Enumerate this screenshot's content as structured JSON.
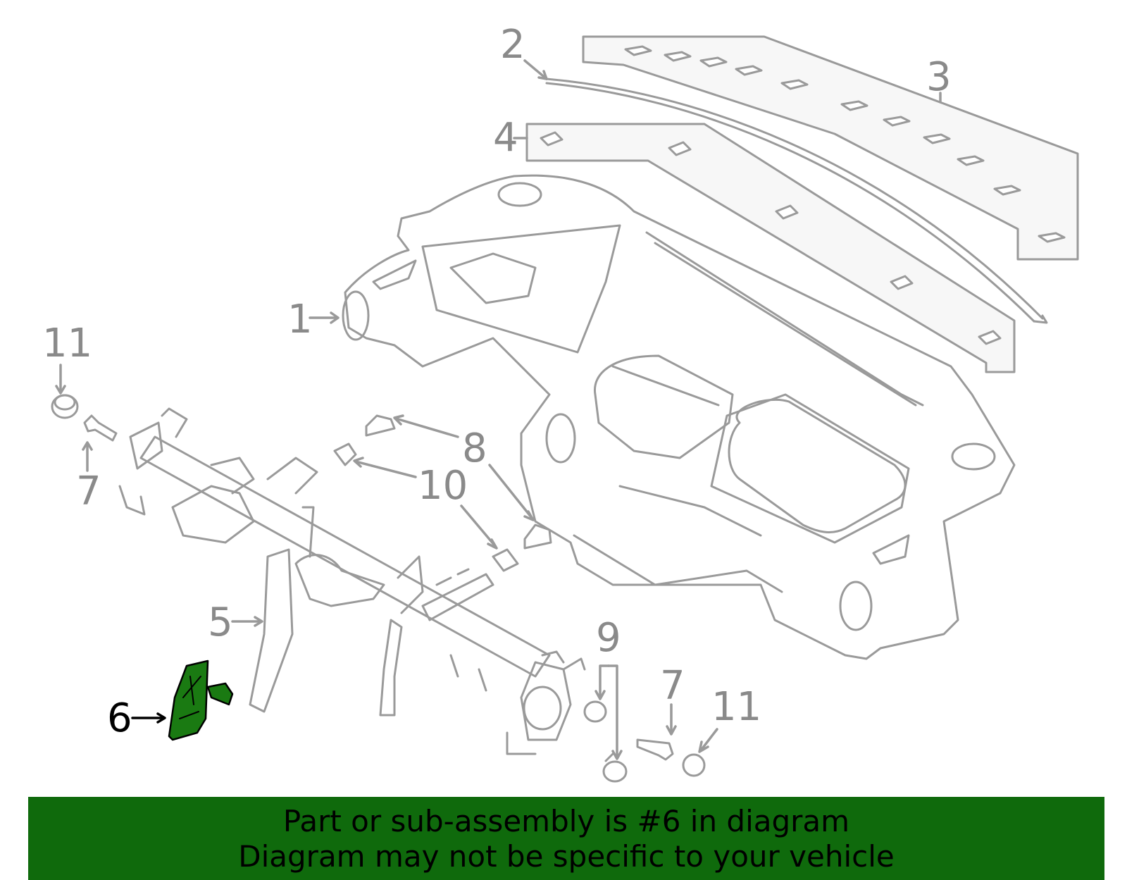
{
  "colors": {
    "line": "#9a9a9a",
    "callout_text": "#8a8a8a",
    "highlight_fill": "#1a7a12",
    "highlight_text": "#000000",
    "banner_bg": "#0f6a0c"
  },
  "callouts": [
    {
      "id": "1",
      "label": "1"
    },
    {
      "id": "2",
      "label": "2"
    },
    {
      "id": "3",
      "label": "3"
    },
    {
      "id": "4",
      "label": "4"
    },
    {
      "id": "5",
      "label": "5"
    },
    {
      "id": "6",
      "label": "6",
      "highlighted": true
    },
    {
      "id": "7a",
      "label": "7"
    },
    {
      "id": "7b",
      "label": "7"
    },
    {
      "id": "8",
      "label": "8"
    },
    {
      "id": "9",
      "label": "9"
    },
    {
      "id": "10",
      "label": "10"
    },
    {
      "id": "11a",
      "label": "11"
    },
    {
      "id": "11b",
      "label": "11"
    }
  ],
  "banner": {
    "line1": "Part or sub-assembly is #6 in diagram",
    "line2": "Diagram may not be specific to your vehicle"
  }
}
